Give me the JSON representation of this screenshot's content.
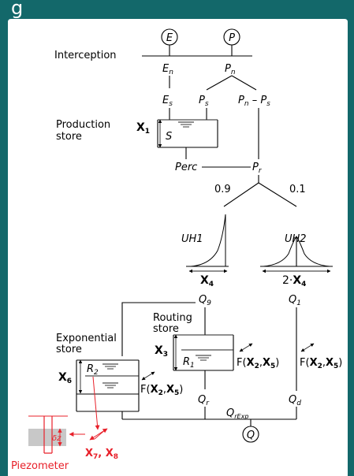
{
  "colors": {
    "frame": "#13686a",
    "accent": "#e8202a",
    "store_fill": "#c8c8c8"
  },
  "header": {
    "partial_title": "g"
  },
  "nodes": {
    "E": "E",
    "P": "P",
    "Q": "Q"
  },
  "labels": {
    "interception": "Interception",
    "production_store_line1": "Production",
    "production_store_line2": "store",
    "routing_store_line1": "Routing",
    "routing_store_line2": "store",
    "exponential_store_line1": "Exponential",
    "exponential_store_line2": "store",
    "piezometer": "Piezometer"
  },
  "variables": {
    "En": "E",
    "En_sub": "n",
    "Pn": "P",
    "Pn_sub": "n",
    "Es": "E",
    "Es_sub": "s",
    "Ps": "P",
    "Ps_sub": "s",
    "PnPs_1": "P",
    "PnPs_sub1": "n",
    "PnPs_mid": " – P",
    "PnPs_sub2": "s",
    "S": "S",
    "Perc": "Perc",
    "Pr": "P",
    "Pr_sub": "r",
    "split_left": "0.9",
    "split_right": "0.1",
    "UH1": "UH1",
    "UH2": "UH2",
    "Q9": "Q",
    "Q9_sub": "9",
    "Q1": "Q",
    "Q1_sub": "1",
    "R1": "R",
    "R1_sub": "1",
    "R2": "R",
    "R2_sub": "2",
    "Qr": "Q",
    "Qr_sub": "r",
    "Qd": "Q",
    "Qd_sub": "d",
    "QrExp": "Q",
    "QrExp_sub": "rExp",
    "dz": "δz"
  },
  "parameters": {
    "X1": "X",
    "X1_sub": "1",
    "X3": "X",
    "X3_sub": "3",
    "X6": "X",
    "X6_sub": "6",
    "X4": "X",
    "X4_sub": "4",
    "X4_prefix": "2·",
    "X4b": "X",
    "X4b_sub": "4",
    "F_routing": {
      "pre": "F(",
      "a": "X",
      "a_sub": "2",
      "sep": ",",
      "b": "X",
      "b_sub": "5",
      "post": ")"
    },
    "F_direct": {
      "pre": "F(",
      "a": "X",
      "a_sub": "2",
      "sep": ",",
      "b": "X",
      "b_sub": "5",
      "post": ")"
    },
    "F_exp": {
      "pre": "F(",
      "a": "X",
      "a_sub": "2",
      "sep": ",",
      "b": "X",
      "b_sub": "5",
      "post": ")"
    },
    "X78": {
      "a": "X",
      "a_sub": "7",
      "sep": ", ",
      "b": "X",
      "b_sub": "8"
    }
  }
}
